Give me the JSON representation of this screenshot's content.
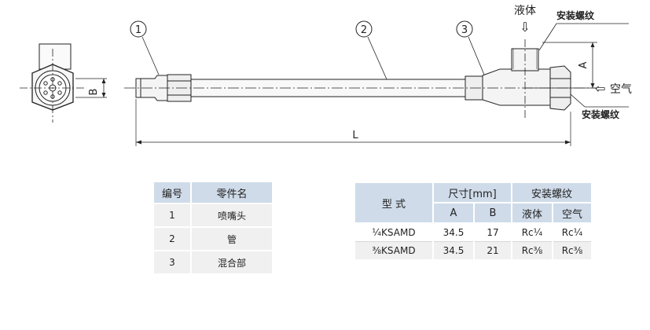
{
  "drawing": {
    "callouts": [
      "1",
      "2",
      "3"
    ],
    "dimensions": {
      "a": "A",
      "b": "B",
      "l": "L"
    },
    "flow": {
      "liquid": "液体",
      "air": "空气",
      "liquid_arrow": "⇩",
      "air_arrow": "⇦"
    },
    "thread_label_top": "安装螺纹",
    "thread_label_side": "安装螺纹"
  },
  "parts_table": {
    "headers": [
      "编号",
      "零件名"
    ],
    "rows": [
      {
        "no": "1",
        "name": "喷嘴头"
      },
      {
        "no": "2",
        "name": "管"
      },
      {
        "no": "3",
        "name": "混合部"
      }
    ]
  },
  "model_table": {
    "header_model": "型  式",
    "header_size": "尺寸[mm]",
    "header_thread": "安装螺纹",
    "sub_a": "A",
    "sub_b": "B",
    "sub_liquid": "液体",
    "sub_air": "空气",
    "rows": [
      {
        "model": "¼KSAMD",
        "a": "34.5",
        "b": "17",
        "liquid": "Rc¼",
        "air": "Rc¼"
      },
      {
        "model": "⅜KSAMD",
        "a": "34.5",
        "b": "21",
        "liquid": "Rc⅜",
        "air": "Rc⅜"
      }
    ]
  }
}
